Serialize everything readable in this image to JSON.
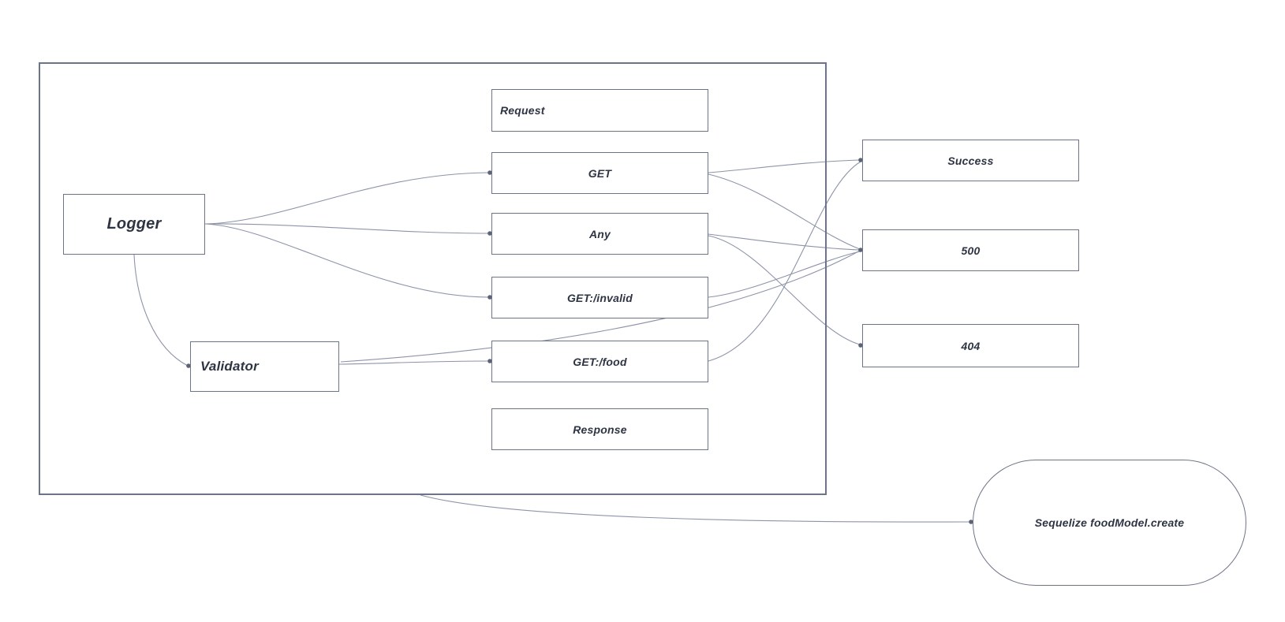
{
  "diagram": {
    "background_color": "#ffffff",
    "box_border_color": "#6d7487",
    "edge_color": "#8d94a8",
    "text_color": "#2e3443",
    "nodes": {
      "logger": {
        "label": "Logger"
      },
      "validator": {
        "label": "Validator"
      },
      "request": {
        "label": "Request"
      },
      "get": {
        "label": "GET"
      },
      "any": {
        "label": "Any"
      },
      "get_invalid": {
        "label": "GET:/invalid"
      },
      "get_food": {
        "label": "GET:/food"
      },
      "response": {
        "label": "Response"
      },
      "success": {
        "label": "Success"
      },
      "http_500": {
        "label": "500"
      },
      "http_404": {
        "label": "404"
      },
      "sequelize": {
        "label": "Sequelize foodModel.create"
      }
    },
    "edges": [
      {
        "from": "Logger",
        "to": "GET"
      },
      {
        "from": "Logger",
        "to": "Any"
      },
      {
        "from": "Logger",
        "to": "GET:/invalid"
      },
      {
        "from": "Logger",
        "to": "Validator"
      },
      {
        "from": "Validator",
        "to": "GET:/food"
      },
      {
        "from": "Validator",
        "to": "500"
      },
      {
        "from": "GET",
        "to": "Success"
      },
      {
        "from": "GET",
        "to": "500"
      },
      {
        "from": "Any",
        "to": "500"
      },
      {
        "from": "Any",
        "to": "404"
      },
      {
        "from": "GET:/invalid",
        "to": "500"
      },
      {
        "from": "GET:/food",
        "to": "Success"
      },
      {
        "from": "request-pipeline-container",
        "to": "Sequelize foodModel.create"
      }
    ]
  }
}
